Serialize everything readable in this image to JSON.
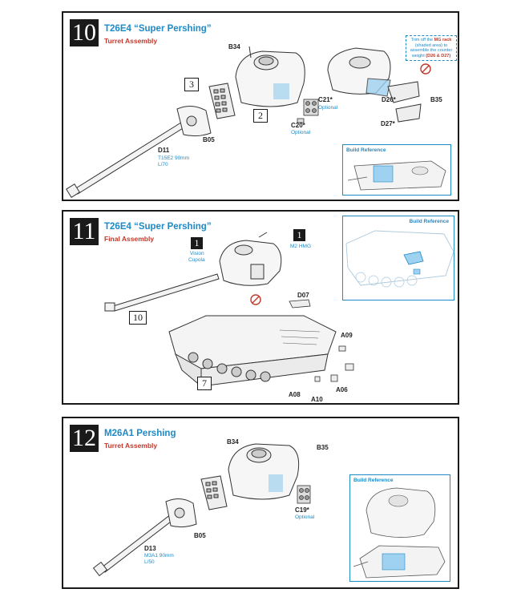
{
  "colors": {
    "accent_blue": "#1e8ac6",
    "accent_red": "#c0392b",
    "ink": "#1a1a1a",
    "highlight": "#9fd1f0"
  },
  "steps": [
    {
      "number": "10",
      "title": "T26E4 “Super Pershing”",
      "subtitle": "Turret Assembly",
      "labels": {
        "b34": "B34",
        "c21": "C21*",
        "c21_note": "Optional",
        "c20": "C20*",
        "c20_note": "Optional",
        "d26": "D26*",
        "b35": "B35",
        "d27": "D27*",
        "b05": "B05",
        "d11": "D11",
        "d11_desc_1": "T15E2 90mm",
        "d11_desc_2": "L/70"
      },
      "callouts": {
        "three": "3",
        "two": "2"
      },
      "note": {
        "line1": "Trim off the",
        "mg_rack": "MG rack",
        "line2": "(shaded area) to",
        "line3": "assemble the counter",
        "line4": "weight",
        "parts": "(D26 & D27)"
      },
      "build_reference": "Build Reference"
    },
    {
      "number": "11",
      "title": "T26E4 “Super Pershing”",
      "subtitle": "Final Assembly",
      "labels": {
        "vision": "Vision",
        "cupola": "Cupola",
        "m2hmg": "M2 HMG",
        "d07": "D07",
        "a09": "A09",
        "a08": "A08",
        "a10": "A10",
        "a06": "A06"
      },
      "callouts": {
        "one_left": "1",
        "one_right": "1",
        "ten": "10",
        "seven": "7"
      },
      "build_reference": "Build Reference"
    },
    {
      "number": "12",
      "title": "M26A1 Pershing",
      "subtitle": "Turret Assembly",
      "labels": {
        "b34": "B34",
        "b35": "B35",
        "c19": "C19*",
        "c19_note": "Optional",
        "b05": "B05",
        "d13": "D13",
        "d13_desc_1": "M3A1 90mm",
        "d13_desc_2": "L/50"
      },
      "build_reference": "Build Reference"
    }
  ]
}
